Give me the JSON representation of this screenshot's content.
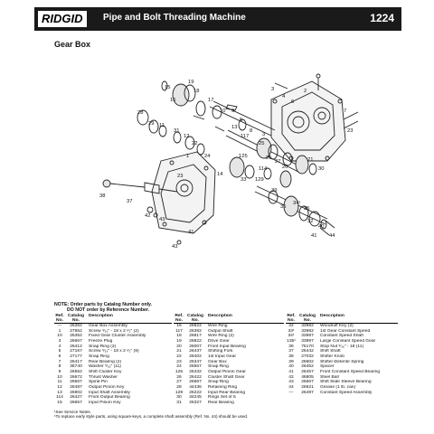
{
  "header": {
    "brand": "RIDGID",
    "title": "Pipe and Bolt Threading Machine",
    "model": "1224"
  },
  "section_title": "Gear Box",
  "diagram": {
    "callouts": [
      "1",
      "2",
      "3",
      "4",
      "5",
      "6",
      "7",
      "8",
      "9",
      "10",
      "11",
      "12",
      "13",
      "14",
      "15",
      "16",
      "17",
      "18",
      "19",
      "20",
      "21",
      "22",
      "23",
      "24",
      "25",
      "26",
      "27",
      "28",
      "29",
      "30",
      "31",
      "32",
      "33",
      "34",
      "34¹",
      "35",
      "36",
      "37",
      "38",
      "39",
      "40",
      "41",
      "42",
      "43",
      "44",
      "114",
      "117",
      "125",
      "129"
    ]
  },
  "notes": [
    "NOTE: Order parts by Catalog Number only.",
    "DO NOT order by Reference Number."
  ],
  "table": {
    "headers": {
      "ref": "Ref. No.",
      "catalog": "Catalog No.",
      "description": "Description"
    },
    "columns": [
      [
        {
          "ref": "—",
          "catalog": "26362",
          "desc": "Gear Box Assembly"
        },
        {
          "ref": "1",
          "catalog": "27652",
          "desc": "Screw ⁵⁄₁₆\" - 18 x 2 ¹⁄₂\" (2)"
        },
        {
          "ref": "10",
          "catalog": "26352",
          "desc": "Fixed Gear Cluster Assembly"
        },
        {
          "ref": "3",
          "catalog": "26667",
          "desc": "Freeze Plug"
        },
        {
          "ref": "4",
          "catalog": "26412",
          "desc": "Snap Ring (2)"
        },
        {
          "ref": "5",
          "catalog": "27167",
          "desc": "Screw ⁵⁄₁₆\" - 18 x 2 ¹⁄₂\" (9)"
        },
        {
          "ref": "6",
          "catalog": "27177",
          "desc": "Snap Ring"
        },
        {
          "ref": "7",
          "catalog": "26417",
          "desc": "Rear Bearing (2)"
        },
        {
          "ref": "8",
          "catalog": "36740",
          "desc": "Washer ⁵⁄₁₆\" (11)"
        },
        {
          "ref": "9",
          "catalog": "26552",
          "desc": "Shift Cluster Key"
        },
        {
          "ref": "10",
          "catalog": "26672",
          "desc": "Thrust Washer"
        },
        {
          "ref": "11",
          "catalog": "26667",
          "desc": "Spiral Pin"
        },
        {
          "ref": "12",
          "catalog": "26487",
          "desc": "Output Pinion Key"
        },
        {
          "ref": "13",
          "catalog": "26902",
          "desc": "Input Shaft Assembly"
        },
        {
          "ref": "114",
          "catalog": "26427",
          "desc": "Front Output Bearing"
        },
        {
          "ref": "15",
          "catalog": "26657",
          "desc": "Input Pinion Key"
        }
      ],
      [
        {
          "ref": "16",
          "catalog": "26822",
          "desc": "Wire Ring"
        },
        {
          "ref": "117",
          "catalog": "26392",
          "desc": "Output Shaft"
        },
        {
          "ref": "18",
          "catalog": "26817",
          "desc": "Wire Ring (2)"
        },
        {
          "ref": "19",
          "catalog": "26822",
          "desc": "Drive Gear"
        },
        {
          "ref": "20",
          "catalog": "26007",
          "desc": "Front Input Bearing"
        },
        {
          "ref": "21",
          "catalog": "26437",
          "desc": "Shifting Fork"
        },
        {
          "ref": "22",
          "catalog": "26402",
          "desc": "1st Input Gear"
        },
        {
          "ref": "23",
          "catalog": "26347",
          "desc": "Gear Box"
        },
        {
          "ref": "24",
          "catalog": "26567",
          "desc": "Snap Ring"
        },
        {
          "ref": "125",
          "catalog": "26432",
          "desc": "Output Pinion Gear"
        },
        {
          "ref": "26",
          "catalog": "26422",
          "desc": "Cluster Shaft Gear"
        },
        {
          "ref": "27",
          "catalog": "26567",
          "desc": "Snap Ring"
        },
        {
          "ref": "28",
          "catalog": "44436",
          "desc": "Retaining Ring"
        },
        {
          "ref": "129",
          "catalog": "26222",
          "desc": "Input Rear Bearing"
        },
        {
          "ref": "30",
          "catalog": "34245",
          "desc": "Rings Set of 5"
        },
        {
          "ref": "31",
          "catalog": "26327",
          "desc": "Rear Bearing"
        }
      ],
      [
        {
          "ref": "32",
          "catalog": "33982",
          "desc": "Woodruff Key (2)"
        },
        {
          "ref": "33¹",
          "catalog": "33982",
          "desc": "1st Gear Constant Speed"
        },
        {
          "ref": "34¹",
          "catalog": "33987",
          "desc": "Constant Speed Shaft"
        },
        {
          "ref": "135¹",
          "catalog": "33997",
          "desc": "Large Constant Speed Gear"
        },
        {
          "ref": "36",
          "catalog": "75170",
          "desc": "Stop Nut ⁵⁄₁₆\" - 18 (11)"
        },
        {
          "ref": "37",
          "catalog": "26442",
          "desc": "Shift Shaft"
        },
        {
          "ref": "38",
          "catalog": "27032",
          "desc": "Shifter Knob"
        },
        {
          "ref": "39",
          "catalog": "26602",
          "desc": "Shifter-Detente Spring"
        },
        {
          "ref": "40",
          "catalog": "26452",
          "desc": "Spacer"
        },
        {
          "ref": "41",
          "catalog": "26457",
          "desc": "Front Constant Speed Bearing"
        },
        {
          "ref": "42",
          "catalog": "46805",
          "desc": "Steel Ball"
        },
        {
          "ref": "43",
          "catalog": "26667",
          "desc": "Shift Slide Sleeve Bearing"
        },
        {
          "ref": "44",
          "catalog": "26621",
          "desc": "Grease (1 lb. can)"
        },
        {
          "ref": "—",
          "catalog": "26497",
          "desc": "Constant Speed Assembly"
        }
      ]
    ]
  },
  "footnotes": [
    "¹See Service Notes.",
    "¹To replace early style parts, using square-keys, a complete shaft assembly (Ref. No. 44) should be used."
  ]
}
